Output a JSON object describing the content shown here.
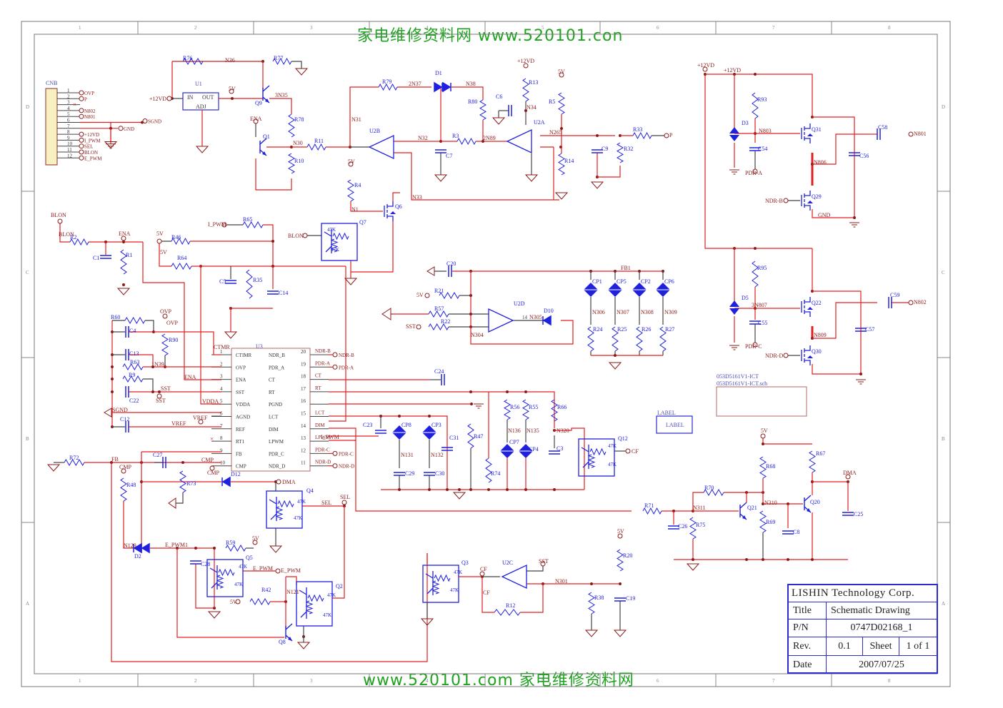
{
  "watermark": {
    "top": "家电维修资料网   www.520101.con",
    "bottom": "www.520101.com  家电维修资料网"
  },
  "frame": {
    "columns": [
      "1",
      "2",
      "3",
      "4",
      "5",
      "6",
      "7",
      "8"
    ],
    "rows": [
      "D",
      "C",
      "B",
      "A"
    ]
  },
  "title_block": {
    "company": "LISHIN Technology Corp.",
    "title_label": "Title",
    "title_value": "Schematic Drawing",
    "pn_label": "P/N",
    "pn_value": "0747D02168_1",
    "rev_label": "Rev.",
    "rev_value": "0.1",
    "sheet_label": "Sheet",
    "sheet_value": "1 of 1",
    "date_label": "Date",
    "date_value": "2007/07/25"
  },
  "sheet_ref": {
    "line1": "053D5161V1-ICT",
    "line2": "053D5161V1-ICT.sch"
  },
  "label_box": {
    "caption": "LABEL",
    "text": "LABEL"
  },
  "connector": {
    "ref": "CNB",
    "pins": [
      {
        "n": "1",
        "net": "OVP"
      },
      {
        "n": "2",
        "net": "P"
      },
      {
        "n": "3",
        "net": "NC"
      },
      {
        "n": "4",
        "net": "N802"
      },
      {
        "n": "5",
        "net": "N801"
      },
      {
        "n": "6",
        "net": "SGND"
      },
      {
        "n": "7",
        "net": "GND"
      },
      {
        "n": "8",
        "net": "+12VD"
      },
      {
        "n": "9",
        "net": "I_PWM"
      },
      {
        "n": "10",
        "net": "SEL"
      },
      {
        "n": "11",
        "net": "BLON"
      },
      {
        "n": "12",
        "net": "E_PWM"
      }
    ]
  },
  "ic": {
    "ref": "U3",
    "left_pins": [
      {
        "n": "1",
        "name": "CTIMR"
      },
      {
        "n": "2",
        "name": "OVP"
      },
      {
        "n": "3",
        "name": "ENA"
      },
      {
        "n": "4",
        "name": "SST"
      },
      {
        "n": "5",
        "name": "VDDA"
      },
      {
        "n": "6",
        "name": "AGND"
      },
      {
        "n": "7",
        "name": "REF"
      },
      {
        "n": "8",
        "name": "RT1"
      },
      {
        "n": "9",
        "name": "FB"
      },
      {
        "n": "10",
        "name": "CMP"
      }
    ],
    "right_pins": [
      {
        "n": "20",
        "name": "NDR_B",
        "net": "NDR-B"
      },
      {
        "n": "19",
        "name": "PDR_A",
        "net": "PDR-A"
      },
      {
        "n": "18",
        "name": "CT",
        "net": "CT"
      },
      {
        "n": "17",
        "name": "RT",
        "net": "RT"
      },
      {
        "n": "16",
        "name": "PGND",
        "net": ""
      },
      {
        "n": "15",
        "name": "LCT",
        "net": "LCT"
      },
      {
        "n": "14",
        "name": "DIM",
        "net": "DIM"
      },
      {
        "n": "13",
        "name": "LPWM",
        "net": "LPWM"
      },
      {
        "n": "12",
        "name": "PDR_C",
        "net": "PDR-C"
      },
      {
        "n": "11",
        "name": "NDR_D",
        "net": "NDR-D"
      }
    ]
  },
  "regulator": {
    "ref": "U1",
    "in": "IN",
    "out": "OUT",
    "adj": "ADJ"
  },
  "labels": {
    "v12": "+12VD",
    "v5": "5V",
    "gnd": "GND",
    "sgnd": "SGND",
    "ena": "ENA",
    "blon": "BLON",
    "lpwm": "I_PWM",
    "ovp": "OVP",
    "sst": "SST",
    "vref": "VREF",
    "vdda": "VDDA",
    "ctmr": "CTMR",
    "fb": "FB",
    "cmp": "CMP",
    "dma": "DMA",
    "sel": "SEL",
    "epwm": "E_PWM",
    "epwm1": "E_PWM1",
    "cf": "CF",
    "p": "P",
    "n801": "N801",
    "n802": "N802",
    "ndrb": "NDR-B",
    "ndrd": "NDR-D",
    "pdra": "PDR-A",
    "pdrc": "PDR-C",
    "fb1": "FB1",
    "ct": "CT",
    "rt": "RT",
    "lct": "LCT",
    "dim": "DIM",
    "k47": "47K"
  },
  "components": [
    "R76",
    "R77",
    "N36",
    "Q9",
    "3N35",
    "R78",
    "Q1",
    "N30",
    "R10",
    "R11",
    "R79",
    "2N37",
    "D1",
    "N38",
    "R80",
    "C6",
    "R13",
    "N34",
    "U2A",
    "U2B",
    "N31",
    "N32",
    "R3",
    "2N89",
    "C7",
    "N33",
    "R5",
    "R14",
    "N265",
    "C9",
    "R32",
    "R33",
    "R4",
    "N1",
    "Q6",
    "Q7",
    "R65",
    "R46",
    "R64",
    "C5",
    "R35",
    "C14",
    "R2",
    "C1",
    "R1",
    "R60",
    "C4",
    "R90",
    "C13",
    "R63",
    "N39",
    "R9",
    "C22",
    "C12",
    "C20",
    "R21",
    "R57",
    "R22",
    "N304",
    "U2D",
    "D10",
    "N305",
    "CP1",
    "CP5",
    "CP2",
    "CP6",
    "N306",
    "N307",
    "N308",
    "N309",
    "R24",
    "R25",
    "R26",
    "R27",
    "C24",
    "C23",
    "CP8",
    "CP3",
    "N131",
    "N132",
    "C29",
    "C30",
    "C31",
    "R47",
    "R74",
    "R56",
    "R55",
    "N136",
    "N135",
    "CP7",
    "CP4",
    "R66",
    "N320",
    "C3",
    "Q12",
    "R72",
    "C27",
    "R48",
    "R73",
    "D12",
    "Q4",
    "N129",
    "D2",
    "R59",
    "C28",
    "Q5",
    "R42",
    "N121",
    "Q2",
    "Q8",
    "Q3",
    "U2C",
    "R12",
    "N301",
    "R38",
    "R20",
    "C19",
    "R93",
    "D3",
    "N803",
    "C54",
    "Q31",
    "N806",
    "Q29",
    "C56",
    "C58",
    "R95",
    "D5",
    "N807",
    "C55",
    "Q22",
    "N809",
    "Q30",
    "C57",
    "C59",
    "R70",
    "R71",
    "N311",
    "C26",
    "R75",
    "Q21",
    "R68",
    "N310",
    "R69",
    "C8",
    "R67",
    "Q20",
    "C25"
  ]
}
